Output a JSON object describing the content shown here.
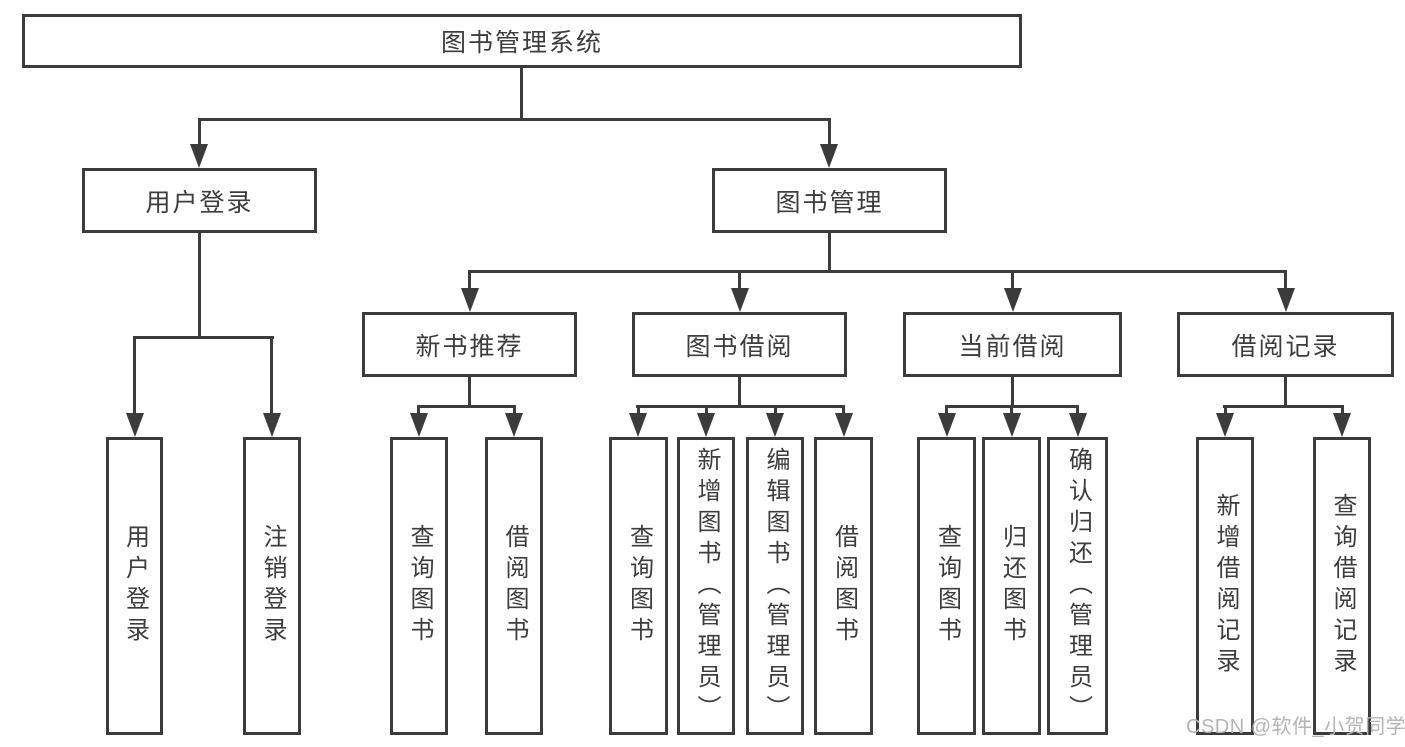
{
  "tree": {
    "root": {
      "label": "图书管理系统"
    },
    "children": [
      {
        "label": "用户登录",
        "children": [
          {
            "label": "用户登录"
          },
          {
            "label": "注销登录"
          }
        ]
      },
      {
        "label": "图书管理",
        "children": [
          {
            "label": "新书推荐",
            "children": [
              {
                "label": "查询图书"
              },
              {
                "label": "借阅图书"
              }
            ]
          },
          {
            "label": "图书借阅",
            "children": [
              {
                "label": "查询图书"
              },
              {
                "label": "新增图书（管理员）"
              },
              {
                "label": "编辑图书（管理员）"
              },
              {
                "label": "借阅图书"
              }
            ]
          },
          {
            "label": "当前借阅",
            "children": [
              {
                "label": "查询图书"
              },
              {
                "label": "归还图书"
              },
              {
                "label": "确认归还（管理员）"
              }
            ]
          },
          {
            "label": "借阅记录",
            "children": [
              {
                "label": "新增借阅记录"
              },
              {
                "label": "查询借阅记录"
              }
            ]
          }
        ]
      }
    ]
  },
  "watermark": {
    "text": "CSDN @软件_小贺同学"
  },
  "colors": {
    "line": "#3b3b3b",
    "text": "#3d3d3d",
    "watermark": "#b5b5b5",
    "background": "#ffffff"
  }
}
